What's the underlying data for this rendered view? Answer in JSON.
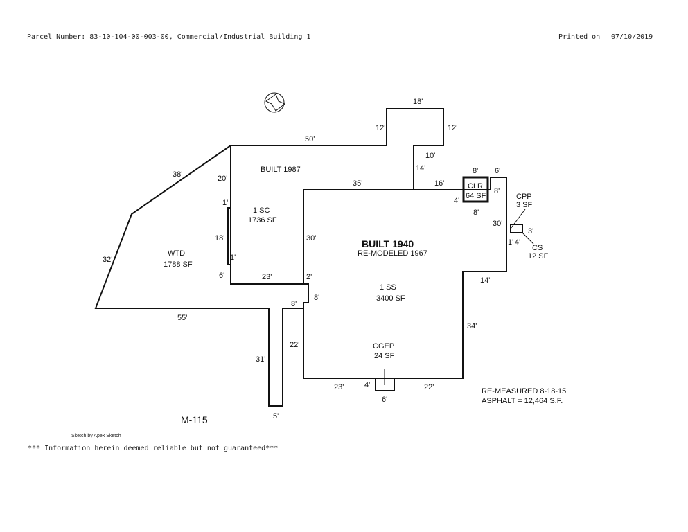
{
  "header": {
    "parcel": "Parcel Number: 83-10-104-00-003-00, Commercial/Industrial Building 1",
    "printed_label": "Printed on",
    "printed_date": "07/10/2019"
  },
  "areas": {
    "main_built": "BUILT 1940",
    "main_remodeled": "RE-MODELED 1967",
    "main_type": "1 SS",
    "main_sf": "3400 SF",
    "sc_built": "BUILT 1987",
    "sc_type": "1 SC",
    "sc_sf": "1736 SF",
    "wtd_type": "WTD",
    "wtd_sf": "1788 SF",
    "clr_type": "CLR",
    "clr_sf": "64 SF",
    "cpp_type": "CPP",
    "cpp_sf": "3 SF",
    "cs_type": "CS",
    "cs_sf": "12 SF",
    "cgep_type": "CGEP",
    "cgep_sf": "24 SF"
  },
  "dims": {
    "d18_top": "18'",
    "d12_left": "12'",
    "d12_right": "12'",
    "d50": "50'",
    "d10": "10'",
    "d14_v": "14'",
    "d38": "38'",
    "d20": "20'",
    "d35": "35'",
    "d16": "16'",
    "d8_clr_top": "8'",
    "d6_top": "6'",
    "d8_clr_right": "8'",
    "d4_clr": "4'",
    "d8_clr_bottom": "8'",
    "d1_upper": "1'",
    "d18_left": "18'",
    "d1_lower": "1'",
    "d6_left": "6'",
    "d23_sc": "23'",
    "d30_sc": "30'",
    "d30_right": "30'",
    "d3_cpp": "3'",
    "d1_cpp": "1'",
    "d4_cpp": "4'",
    "d32": "32'",
    "d2": "2'",
    "d8_step_v": "8'",
    "d8_step_h": "8'",
    "d14_h": "14'",
    "d55": "55'",
    "d22_left": "22'",
    "d34": "34'",
    "d31": "31'",
    "d23_bottom": "23'",
    "d4_cgep": "4'",
    "d22_bottom": "22'",
    "d6_cgep": "6'",
    "d5": "5'"
  },
  "notes": {
    "remeasured": "RE-MEASURED 8-18-15",
    "asphalt": "ASPHALT = 12,464 S.F.",
    "road": "M-115"
  },
  "credit": "Sketch by Apex Sketch",
  "footer": "*** Information herein deemed reliable but not guaranteed***"
}
